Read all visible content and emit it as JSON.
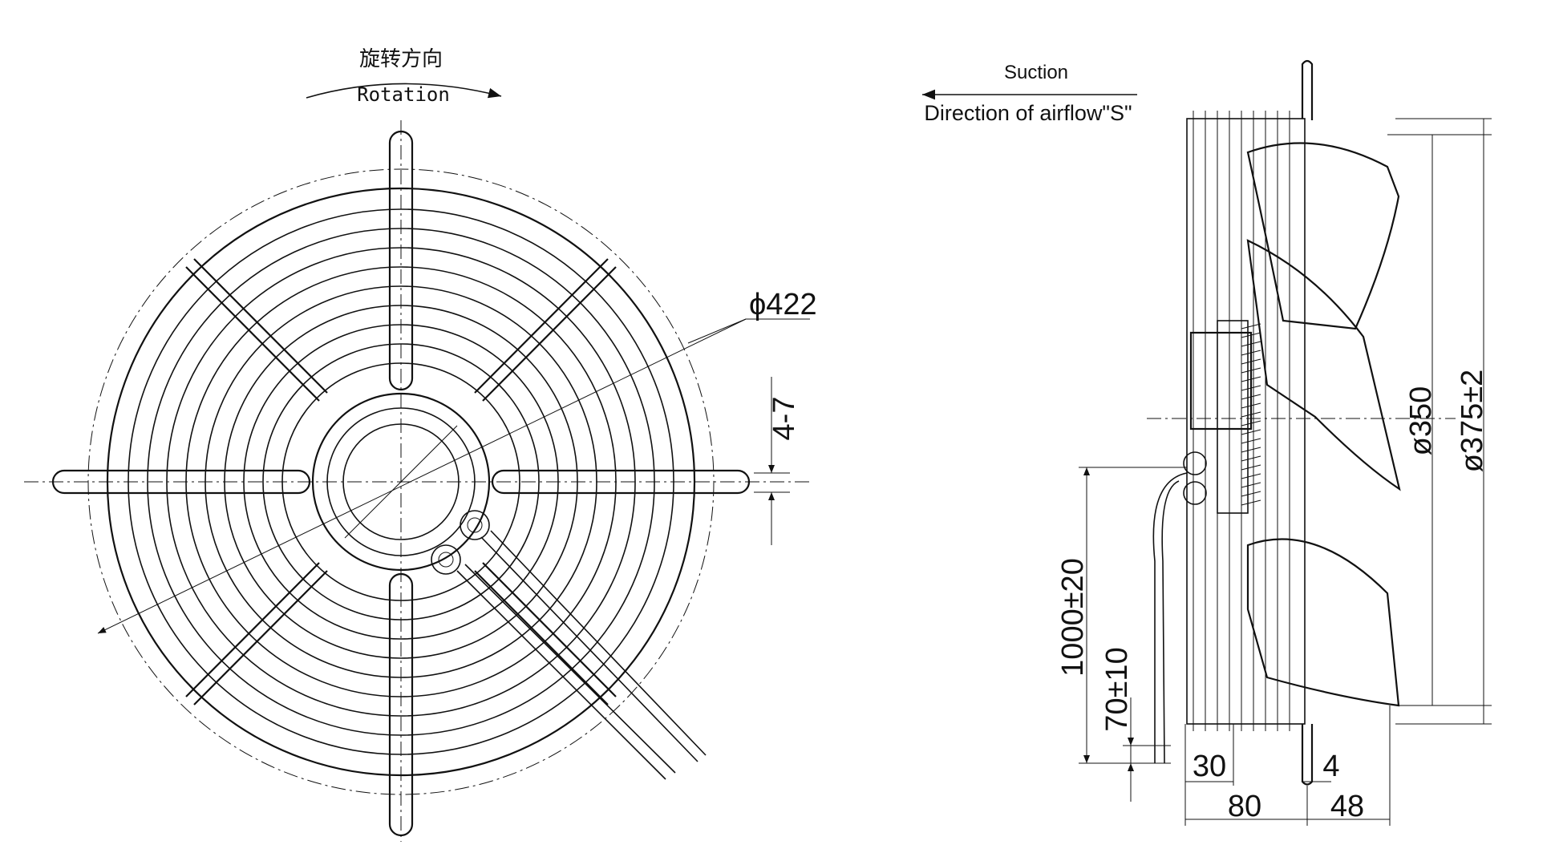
{
  "front_view": {
    "rotation_cn": "旋转方向",
    "rotation_en": "Rotation",
    "dim_outer": "ϕ422",
    "dim_hole": "4-7"
  },
  "side_view": {
    "suction": "Suction",
    "airflow": "Direction of airflow\"S\"",
    "dim_d350": "ø350",
    "dim_d375": "ø375±2",
    "dim_cable": "1000±20",
    "dim_cable_strip": "70±10",
    "dim_30": "30",
    "dim_4": "4",
    "dim_80": "80",
    "dim_48": "48"
  }
}
